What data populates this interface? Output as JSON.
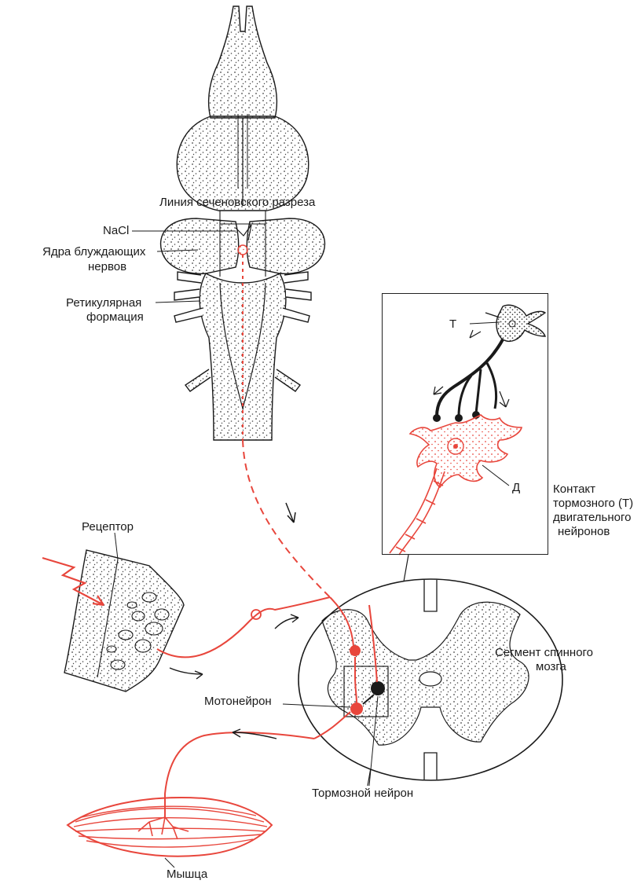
{
  "labels": {
    "section_line": "Линия сеченовского разреза",
    "nacl": "NaCl",
    "vagus_nuclei_1": "Ядра блуждающих",
    "vagus_nuclei_2": "нервов",
    "reticular_1": "Ретикулярная",
    "reticular_2": "формация",
    "receptor": "Рецептор",
    "motoneuron": "Мотонейрон",
    "inhibitory_neuron": "Тормозной нейрон",
    "muscle": "Мышца",
    "spinal_segment_1": "Сегмент спинного",
    "spinal_segment_2": "мозга",
    "contact_1": "Контакт",
    "contact_2": "тормозного (Т)",
    "contact_3": "двигательного",
    "contact_4": "нейронов",
    "t_letter": "Т",
    "d_letter": "Д"
  },
  "colors": {
    "ink": "#1a1a1a",
    "red": "#e8463c",
    "red_fill": "#f7b4ae",
    "stipple": "#555555"
  }
}
